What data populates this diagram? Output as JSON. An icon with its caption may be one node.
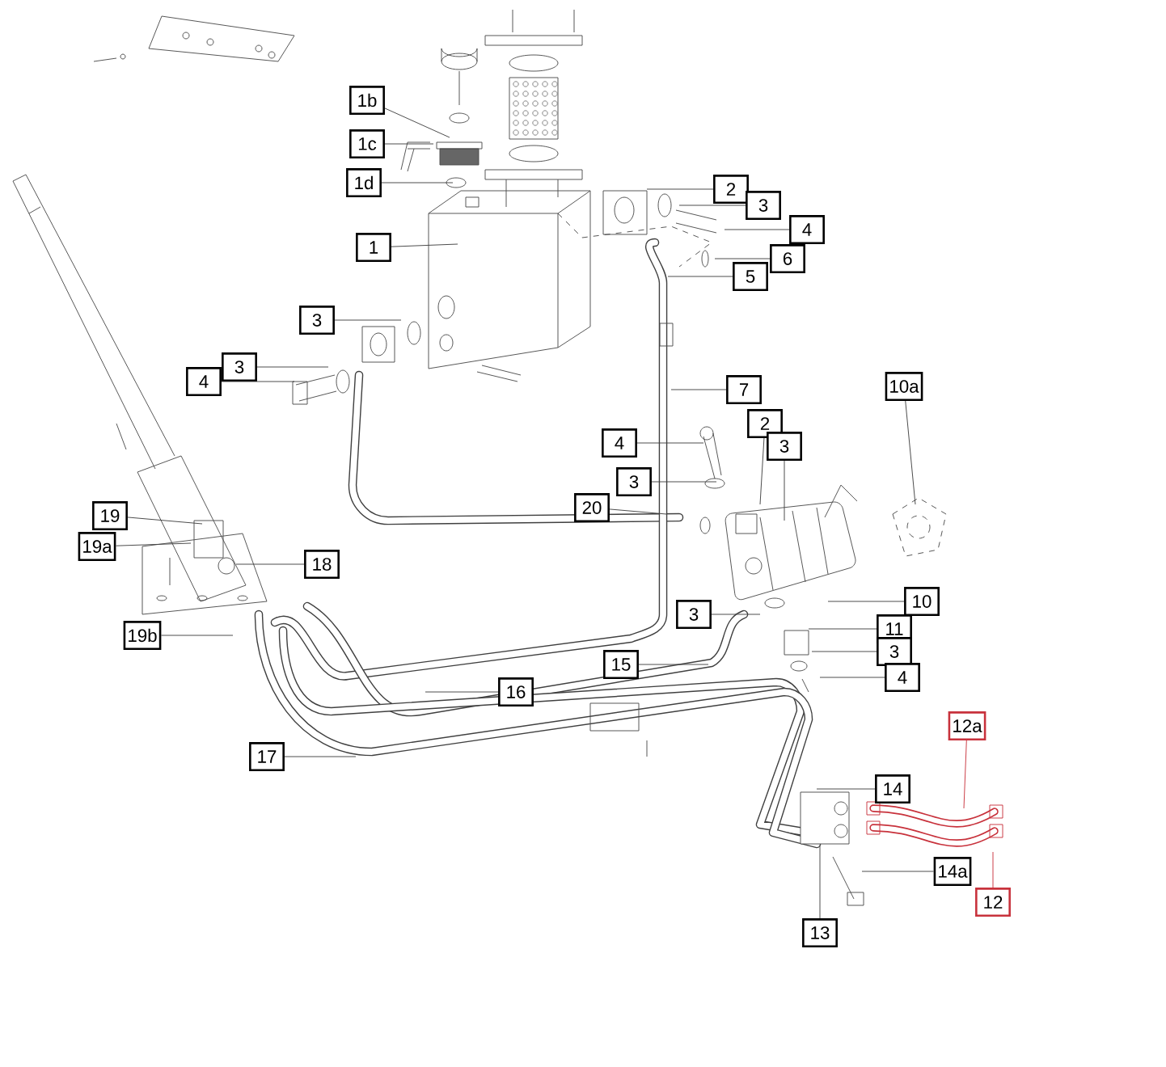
{
  "diagram": {
    "nodes": [
      {
        "text": [
          "1b"
        ]
      },
      {
        "text": [
          "1c"
        ]
      },
      {
        "text": [
          "1d"
        ]
      },
      {
        "text": [
          "1"
        ]
      },
      {
        "text": [
          "3"
        ]
      },
      {
        "text": [
          "3"
        ]
      },
      {
        "text": [
          "4"
        ]
      },
      {
        "text": [
          "2"
        ]
      },
      {
        "text": [
          "3"
        ]
      },
      {
        "text": [
          "4"
        ]
      },
      {
        "text": [
          "6"
        ]
      },
      {
        "text": [
          "5"
        ]
      },
      {
        "text": [
          "7"
        ]
      },
      {
        "text": [
          "10a"
        ]
      },
      {
        "text": [
          "2"
        ]
      },
      {
        "text": [
          "3"
        ]
      },
      {
        "text": [
          "4"
        ]
      },
      {
        "text": [
          "3"
        ]
      },
      {
        "text": [
          "20"
        ]
      },
      {
        "text": [
          "19"
        ]
      },
      {
        "text": [
          "19a"
        ]
      },
      {
        "text": [
          "18"
        ]
      },
      {
        "text": [
          "19b"
        ]
      },
      {
        "text": [
          "10"
        ]
      },
      {
        "text": [
          "3"
        ]
      },
      {
        "text": [
          "11"
        ]
      },
      {
        "text": [
          "15"
        ]
      },
      {
        "text": [
          "3"
        ]
      },
      {
        "text": [
          "4"
        ]
      },
      {
        "text": [
          "16"
        ]
      },
      {
        "text": [
          "17"
        ]
      },
      {
        "text": [
          "14"
        ]
      },
      {
        "text": [
          "12a"
        ]
      },
      {
        "text": [
          "14a"
        ]
      },
      {
        "text": [
          "12"
        ]
      },
      {
        "text": [
          "13"
        ]
      }
    ],
    "edges": [
      {
        "from": 0,
        "to": null,
        "arrow": "none"
      },
      {
        "from": 1,
        "to": null,
        "arrow": "none"
      },
      {
        "from": 2,
        "to": null,
        "arrow": "none"
      },
      {
        "from": 3,
        "to": null,
        "arrow": "none"
      },
      {
        "from": 4,
        "to": null,
        "arrow": "none"
      },
      {
        "from": 5,
        "to": null,
        "arrow": "none"
      },
      {
        "from": 6,
        "to": null,
        "arrow": "none"
      },
      {
        "from": 7,
        "to": null,
        "arrow": "none"
      },
      {
        "from": 8,
        "to": null,
        "arrow": "none"
      },
      {
        "from": 9,
        "to": null,
        "arrow": "none"
      },
      {
        "from": 10,
        "to": null,
        "arrow": "none"
      },
      {
        "from": 11,
        "to": null,
        "arrow": "none"
      },
      {
        "from": 12,
        "to": null,
        "arrow": "none"
      },
      {
        "from": 13,
        "to": null,
        "arrow": "none"
      },
      {
        "from": 14,
        "to": null,
        "arrow": "none"
      },
      {
        "from": 15,
        "to": null,
        "arrow": "none"
      },
      {
        "from": 16,
        "to": null,
        "arrow": "none"
      },
      {
        "from": 17,
        "to": null,
        "arrow": "none"
      },
      {
        "from": 18,
        "to": null,
        "arrow": "none"
      },
      {
        "from": 19,
        "to": null,
        "arrow": "none"
      },
      {
        "from": 20,
        "to": null,
        "arrow": "none"
      },
      {
        "from": 21,
        "to": null,
        "arrow": "none"
      },
      {
        "from": 22,
        "to": null,
        "arrow": "none"
      },
      {
        "from": 23,
        "to": null,
        "arrow": "none"
      },
      {
        "from": 24,
        "to": null,
        "arrow": "none"
      },
      {
        "from": 25,
        "to": null,
        "arrow": "none"
      },
      {
        "from": 26,
        "to": null,
        "arrow": "none"
      },
      {
        "from": 27,
        "to": null,
        "arrow": "none"
      },
      {
        "from": 28,
        "to": null,
        "arrow": "none"
      },
      {
        "from": 29,
        "to": null,
        "arrow": "none"
      },
      {
        "from": 30,
        "to": null,
        "arrow": "none"
      },
      {
        "from": 31,
        "to": null,
        "arrow": "none"
      },
      {
        "from": 32,
        "to": null,
        "arrow": "none",
        "color": "#c8323c"
      },
      {
        "from": 33,
        "to": null,
        "arrow": "none"
      },
      {
        "from": 34,
        "to": null,
        "arrow": "none",
        "color": "#c8323c"
      },
      {
        "from": 35,
        "to": null,
        "arrow": "none"
      }
    ]
  }
}
